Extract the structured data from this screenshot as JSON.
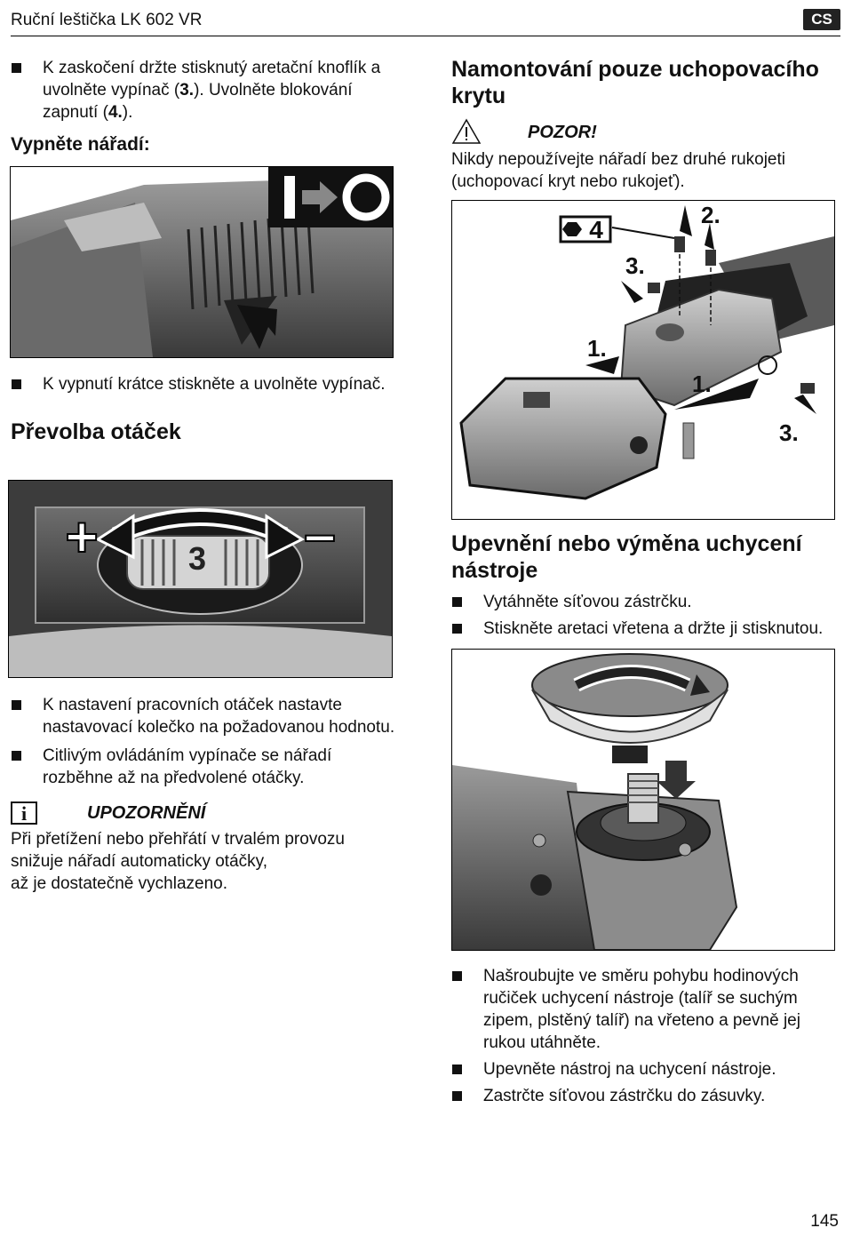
{
  "header": {
    "title": "Ruční leštička LK 602 VR",
    "lang": "CS"
  },
  "left": {
    "bullet_lock": [
      "K zaskočení držte stisknutý aretační knoflík a uvolněte vypínač (",
      "3.",
      "). Uvolněte blokování zapnutí (",
      "4.",
      ")."
    ],
    "heading_off": "Vypněte nářadí:",
    "bullet_off": "K vypnutí krátce stiskněte a uvolněte vypínač.",
    "heading_speed": "Převolba otáček",
    "bullet_speed_1": "K nastavení pracovních otáček nastavte nastavovací kolečko na požadovanou hodnotu.",
    "bullet_speed_2": "Citlivým ovládáním vypínače se nářadí rozběhne až na předvolené otáčky.",
    "notice_title": "UPOZORNĚNÍ",
    "notice_text_1": "Při přetížení nebo přehřátí v trvalém provozu",
    "notice_text_2": "snižuje nářadí automaticky otáčky,",
    "notice_text_3": "až je dostatečně vychlazeno.",
    "dial_value": "3",
    "dial_plus": "+",
    "dial_minus": "–"
  },
  "right": {
    "heading_guard": "Namontování pouze uchopovacího krytu",
    "warning_title": "POZOR!",
    "warning_text": "Nikdy nepoužívejte nářadí bez druhé rukojeti (uchopovací kryt nebo rukojeť).",
    "fig_labels": {
      "hex": "4",
      "step1a": "1.",
      "step1b": "1.",
      "step2": "2.",
      "step3a": "3.",
      "step3b": "3."
    },
    "heading_tool": "Upevnění nebo výměna uchycení nástroje",
    "bullet_plug": "Vytáhněte síťovou zástrčku.",
    "bullet_lock_spindle": "Stiskněte aretaci vřetena a držte ji stisknutou.",
    "bullet_screw": "Našroubujte ve směru pohybu hodinových ručiček uchycení nástroje (talíř se suchým zipem, plstěný talíř) na vřeteno a pevně jej rukou utáhněte.",
    "bullet_fix": "Upevněte nástroj na uchycení nástroje.",
    "bullet_replug": "Zastrčte síťovou zástrčku do zásuvky."
  },
  "page_number": "145",
  "colors": {
    "ink": "#111111",
    "figure_bg": "#e8e8e8"
  }
}
